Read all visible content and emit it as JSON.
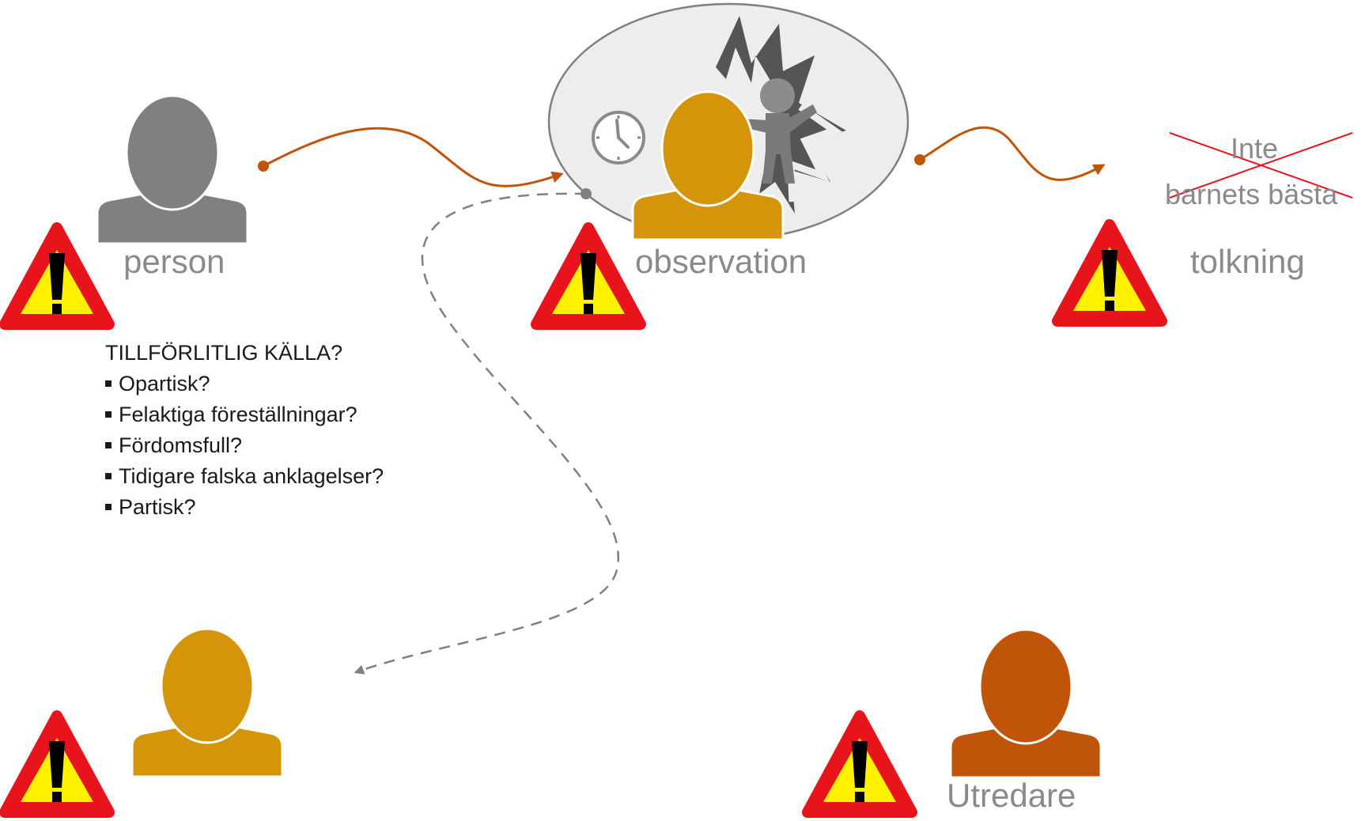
{
  "labels": {
    "person": "person",
    "observation": "observation",
    "tolkning": "tolkning",
    "utredare": "Utredare",
    "struck_line1": "Inte",
    "struck_line2": "barnets bästa"
  },
  "checklist": {
    "heading": "TILLFÖRLITLIG KÄLLA?",
    "items": [
      "Opartisk?",
      "Felaktiga föreställningar?",
      "Fördomsfull?",
      "Tidigare falska anklagelser?",
      "Partisk?"
    ]
  },
  "icons": {
    "warning": "warning-triangle-icon",
    "person": "person-silhouette-icon",
    "clock": "clock-icon",
    "child": "child-figure-icon",
    "explosion": "explosion-icon"
  },
  "colors": {
    "person_gray": "#808080",
    "observer_gold": "#D4950A",
    "investigator_orange": "#C0550A",
    "arrow_orange": "#C0550A",
    "dashed_gray": "#808080",
    "ellipse_fill": "#EDEDED",
    "ellipse_stroke": "#7F7F7F",
    "warning_red": "#E8141B",
    "warning_yellow": "#FFF200",
    "strike_red": "#E8141B",
    "label_gray": "#8A8A8A"
  }
}
